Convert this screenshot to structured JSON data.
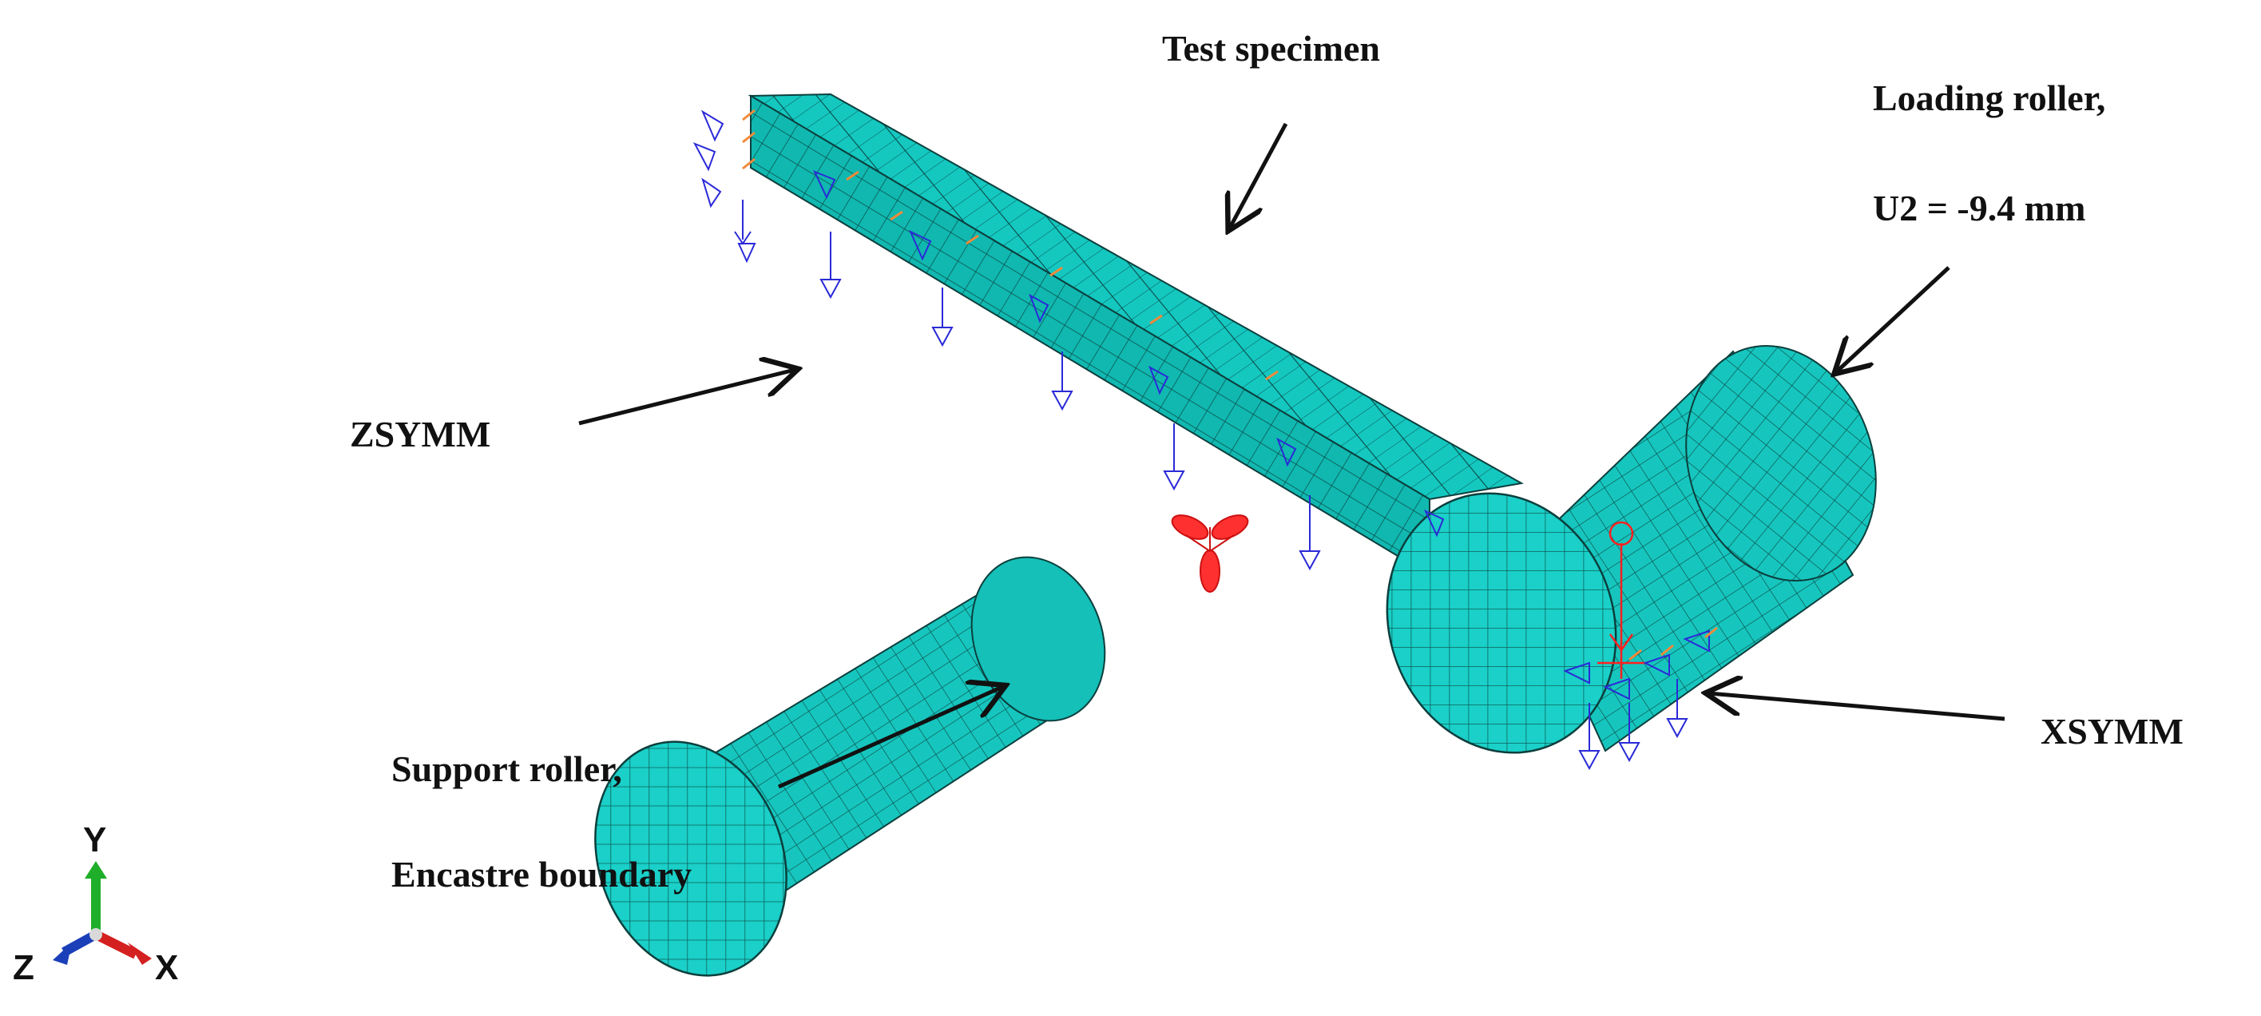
{
  "labels": {
    "test_specimen": "Test specimen",
    "loading_roller_line1": "Loading roller,",
    "loading_roller_line2": "U2 = -9.4 mm",
    "zsymm": "ZSYMM",
    "xsymm": "XSYMM",
    "support_roller_line1": "Support roller,",
    "support_roller_line2": "Encastre boundary"
  },
  "triad": {
    "y": "Y",
    "z": "Z",
    "x": "X"
  },
  "colors": {
    "mesh_fill": "#14c8c0",
    "mesh_line": "#0b3f3d",
    "bc_blue": "#2a2ad8",
    "bc_orange": "#f08a3a",
    "bc_red": "#ff2020",
    "axis_y": "#1fae2a",
    "axis_x": "#d42020",
    "axis_z": "#1b3fb8",
    "arrow": "#111111"
  }
}
